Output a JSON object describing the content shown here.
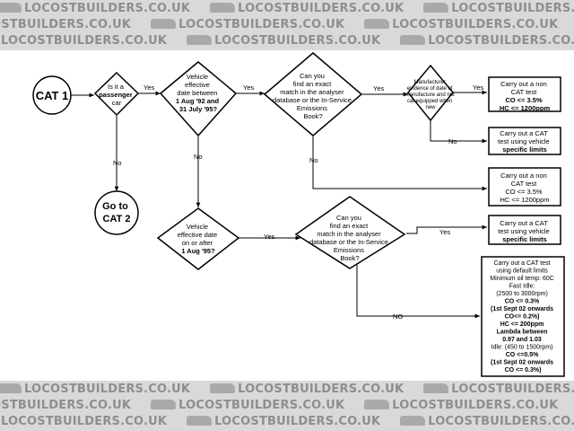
{
  "watermark": {
    "text": "LOCOSTBUILDERS.CO.UK"
  },
  "nodes": {
    "cat1": "CAT 1",
    "passenger": [
      "Is it a",
      "passenger",
      "car"
    ],
    "date_range": [
      "Vehicle",
      "effective",
      "date between",
      "1 Aug '92 and",
      "31 July '95?"
    ],
    "exact_match_1": [
      "Can you",
      "find an exact",
      "match in the analyser",
      "database or the In-Service",
      "Emissions",
      "Book?"
    ],
    "manufacturer": [
      "Manufacturer",
      "evidence of date of",
      "manufacture and not",
      "cat equipped when",
      "new"
    ],
    "out_non_cat_1": [
      "Carry out a non",
      "CAT test",
      "CO <= 3.5%",
      "HC <= 1200ppm"
    ],
    "out_cat_vehicle_1": [
      "Carry out a CAT",
      "test using vehicle",
      "specific limits"
    ],
    "out_non_cat_2": [
      "Carry out a non",
      "CAT test",
      "CO <= 3.5%",
      "HC <= 1200ppm"
    ],
    "cat2": [
      "Go to",
      "CAT 2"
    ],
    "date_after": [
      "Vehicle",
      "effective date",
      "on or after",
      "1 Aug '95?"
    ],
    "exact_match_2": [
      "Can you",
      "find an exact",
      "match in the analyser",
      "database or the In-Service",
      "Emissions",
      "Book?"
    ],
    "out_cat_vehicle_2": [
      "Carry out a CAT",
      "test using vehicle",
      "specific limits"
    ],
    "out_cat_default": [
      "Carry out a CAT test",
      "using default limits",
      "Minimum oil temp: 60C",
      "Fast Idle:",
      "(2500 to 3000rpm)",
      "CO <= 0.3%",
      "(1st Sept 02 onwards",
      "CO<= 0.2%)",
      "HC <= 200ppm",
      "Lambda between",
      "0.97 and 1.03",
      "Idle: (450 to 1500rpm)",
      "CO <=0.5%",
      "(1st Sept 02 onwards",
      "CO <= 0.3%)"
    ]
  },
  "edges": {
    "yes": "Yes",
    "no": "No",
    "no_caps": "NO"
  }
}
